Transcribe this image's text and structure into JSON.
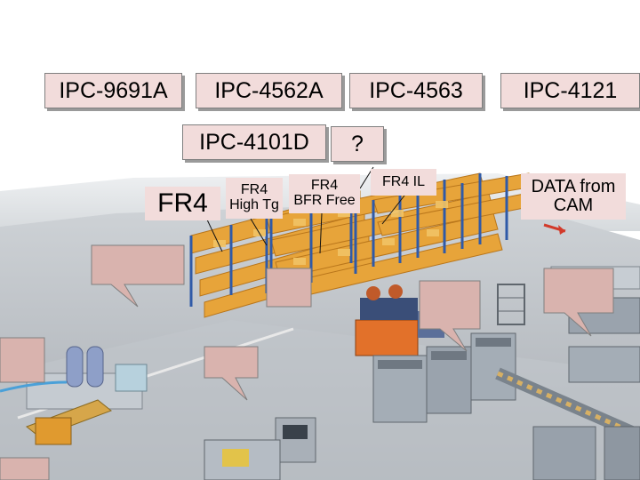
{
  "standards_row1": [
    "IPC-9691A",
    "IPC-4562A",
    "IPC-4563",
    "IPC-4121"
  ],
  "standards_row2": [
    "IPC-4101D",
    "?"
  ],
  "materials": {
    "fr4": "FR4",
    "fr4_high_tg_line1": "FR4",
    "fr4_high_tg_line2": "High Tg",
    "fr4_bfr_free_line1": "FR4",
    "fr4_bfr_free_line2": "BFR Free",
    "fr4_il": "FR4 IL",
    "data_from_cam_line1": "DATA from",
    "data_from_cam_line2": "CAM"
  },
  "colors": {
    "label_fill": "#f2dcdb",
    "callout_fill": "#d9b3ae",
    "floor": "#b9bec4",
    "rack_frame": "#2f5aa8",
    "rack_goods": "#e7a43a",
    "machine": "#9aa3ad",
    "arrow": "#d23a2a"
  }
}
